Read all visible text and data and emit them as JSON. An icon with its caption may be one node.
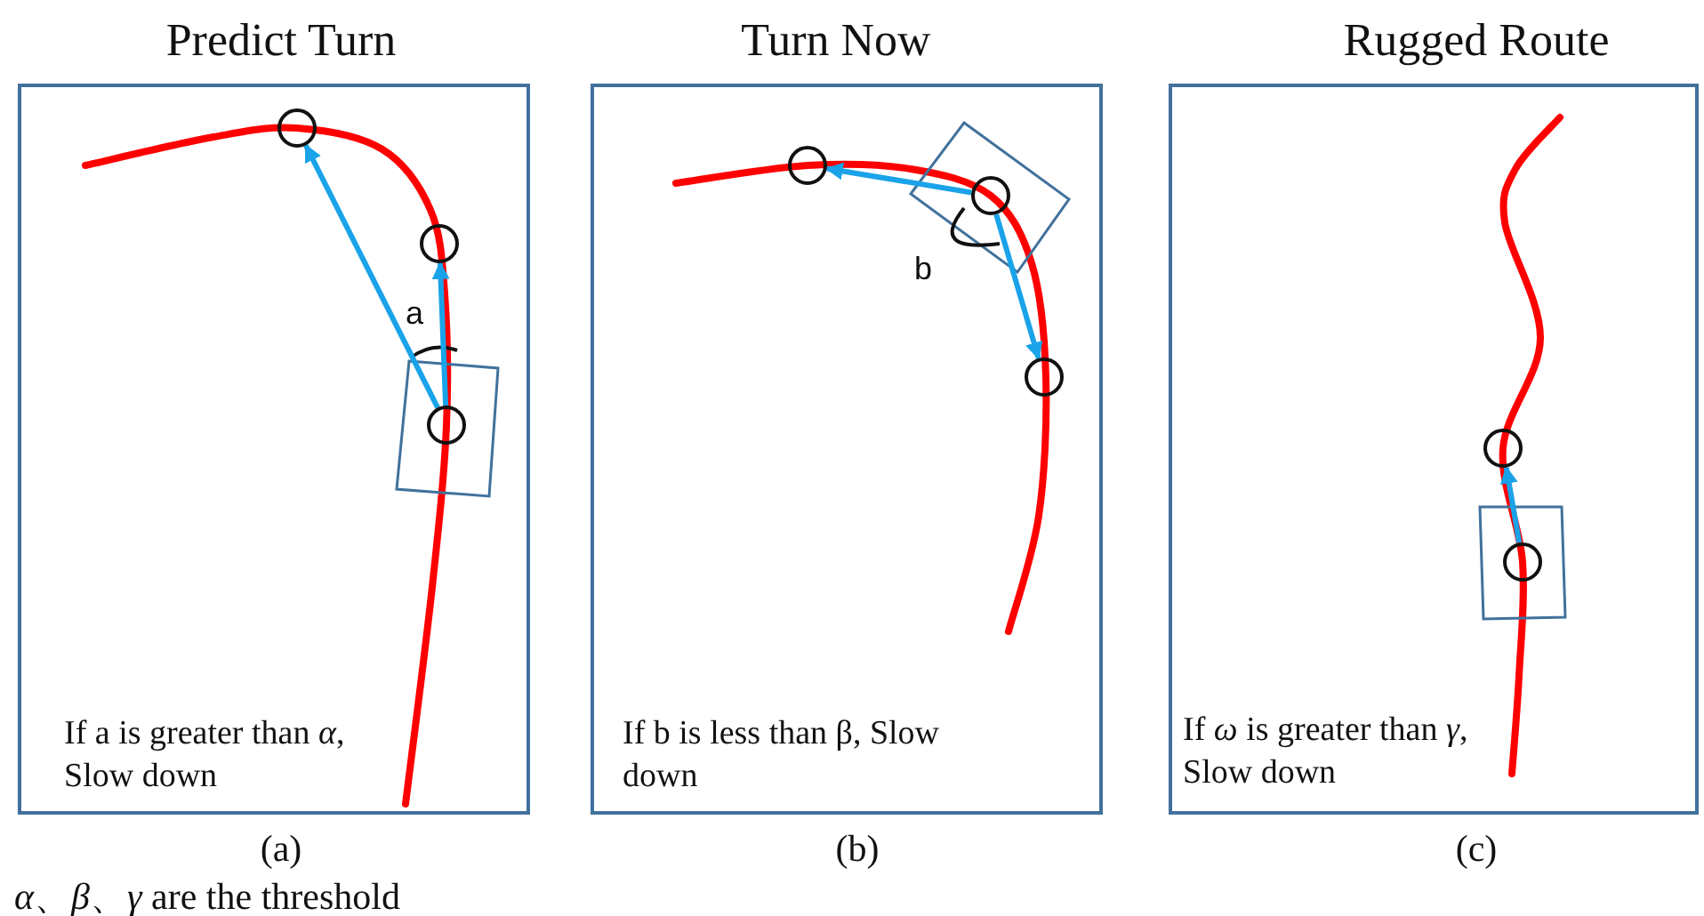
{
  "diagram": {
    "nodes": [
      {
        "text": [
          "Predict Turn",
          "If a is greater than *α*, Slow down"
        ],
        "beside": [
          "(a)"
        ]
      },
      {
        "text": [],
        "shape": "circle",
        "in": 0
      },
      {
        "text": [],
        "shape": "circle",
        "in": 0
      },
      {
        "text": [],
        "shape": "circle",
        "in": 0
      },
      {
        "text": [
          "Turn Now",
          "If b is less than β, Slow down"
        ],
        "beside": [
          "(b)"
        ]
      },
      {
        "text": [],
        "shape": "circle",
        "in": 4
      },
      {
        "text": [],
        "shape": "circle",
        "in": 4
      },
      {
        "text": [],
        "shape": "circle",
        "in": 4
      },
      {
        "text": [
          "Rugged Route",
          "If *ω* is greater than *γ*, Slow down"
        ],
        "beside": [
          "(c)"
        ]
      },
      {
        "text": [],
        "shape": "circle",
        "in": 8
      },
      {
        "text": [],
        "shape": "circle",
        "in": 8
      }
    ],
    "edges": [
      {
        "from": 3,
        "to": 1,
        "arrow": "to"
      },
      {
        "from": 3,
        "to": 2,
        "arrow": "to"
      },
      {
        "from": 6,
        "to": 5,
        "arrow": "to"
      },
      {
        "from": 6,
        "to": 7,
        "arrow": "to"
      },
      {
        "from": 10,
        "to": 9,
        "arrow": "to"
      }
    ],
    "labels": [
      "a",
      "b",
      "*α*、*β*、*γ* are the threshold"
    ]
  }
}
